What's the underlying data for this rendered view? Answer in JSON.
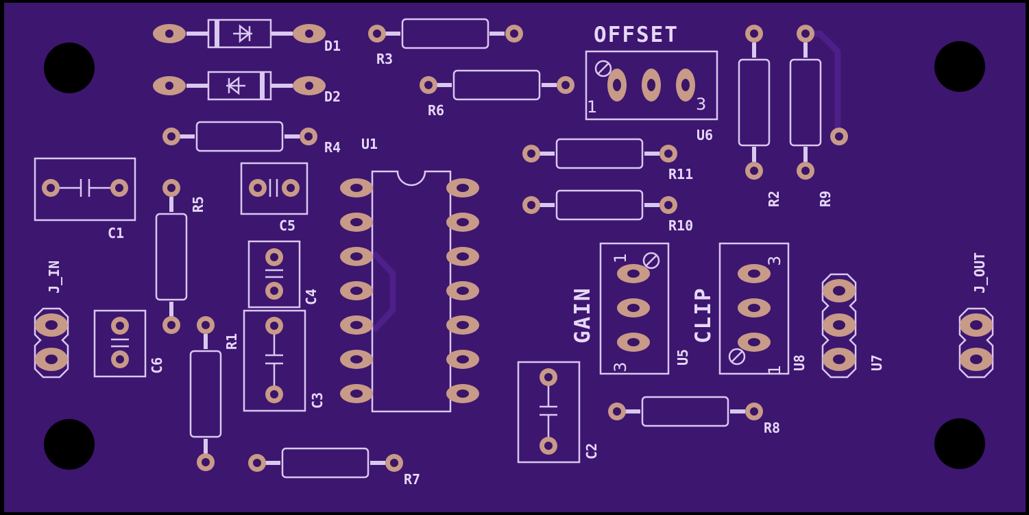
{
  "board": {
    "color": "#3d1670",
    "silkscreen_color": "#d9c8f0",
    "pad_color": "#c89a88",
    "labels": {
      "d1": "D1",
      "d2": "D2",
      "r3": "R3",
      "r6": "R6",
      "r4": "R4",
      "u1": "U1",
      "offset": "OFFSET",
      "u6": "U6",
      "r11": "R11",
      "r10": "R10",
      "r2": "R2",
      "r9": "R9",
      "c1": "C1",
      "c5": "C5",
      "r5": "R5",
      "j_in": "J_IN",
      "c4": "C4",
      "c6": "C6",
      "r1": "R1",
      "c3": "C3",
      "gain": "GAIN",
      "clip": "CLIP",
      "u5": "U5",
      "u8": "U8",
      "u7": "U7",
      "j_out": "J_OUT",
      "c2": "C2",
      "r8": "R8",
      "r7": "R7"
    },
    "pin_numbers": {
      "offset_left": "1",
      "offset_right": "3",
      "gain_top": "1",
      "gain_bottom": "3",
      "clip_top": "3",
      "clip_bottom": "1"
    }
  }
}
